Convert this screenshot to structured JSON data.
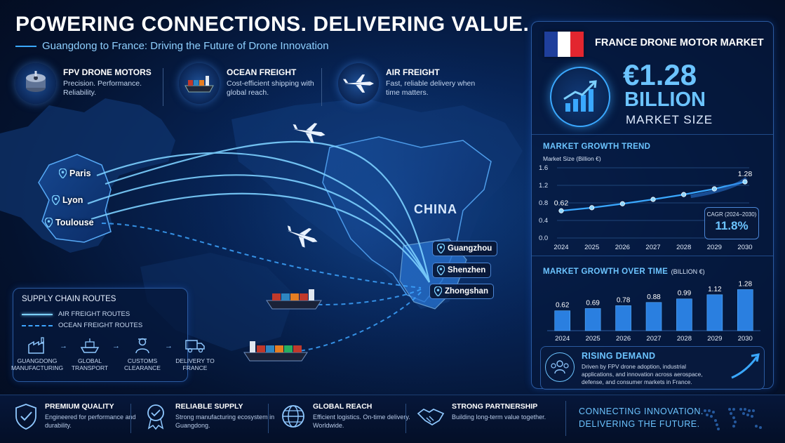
{
  "header": {
    "title": "POWERING CONNECTIONS. DELIVERING VALUE.",
    "subtitle": "Guangdong to France: Driving the Future of Drone Innovation"
  },
  "features": [
    {
      "icon": "drone-motor-icon",
      "title": "FPV DRONE MOTORS",
      "desc": "Precision. Performance. Reliability."
    },
    {
      "icon": "cargo-ship-icon",
      "title": "OCEAN FREIGHT",
      "desc": "Cost-efficient shipping with global reach."
    },
    {
      "icon": "airplane-icon",
      "title": "AIR FREIGHT",
      "desc": "Fast, reliable delivery when time matters."
    }
  ],
  "map": {
    "country_label": "CHINA",
    "france_cities": [
      "Paris",
      "Lyon",
      "Toulouse"
    ],
    "china_cities": [
      "Guangzhou",
      "Shenzhen",
      "Zhongshan"
    ]
  },
  "legend": {
    "title": "SUPPLY CHAIN ROUTES",
    "air": "AIR FREIGHT ROUTES",
    "ocean": "OCEAN FREIGHT ROUTES",
    "steps": [
      {
        "icon": "factory-icon",
        "label": "GUANGDONG MANUFACTURING"
      },
      {
        "icon": "ship-icon",
        "label": "GLOBAL TRANSPORT"
      },
      {
        "icon": "customs-officer-icon",
        "label": "CUSTOMS CLEARANCE"
      },
      {
        "icon": "truck-icon",
        "label": "DELIVERY TO FRANCE"
      }
    ]
  },
  "market": {
    "title": "FRANCE DRONE MOTOR MARKET",
    "value": "€1.28",
    "unit": "BILLION",
    "label": "MARKET SIZE",
    "trend_title": "MARKET GROWTH TREND",
    "cagr_label": "CAGR (2024–2030)",
    "cagr_value": "11.8%",
    "bar_title": "MARKET GROWTH OVER TIME",
    "bar_unit": "(BILLION €)",
    "demand_title": "RISING DEMAND",
    "demand_text": "Driven by FPV drone adoption, industrial applications, and innovation across aerospace, defense, and consumer markets in France."
  },
  "chart_data": [
    {
      "type": "line",
      "title": "MARKET GROWTH TREND",
      "ylabel": "Market Size (Billion €)",
      "x": [
        2024,
        2025,
        2026,
        2027,
        2028,
        2029,
        2030
      ],
      "values": [
        0.62,
        0.69,
        0.78,
        0.88,
        0.99,
        1.12,
        1.28
      ],
      "point_labels": [
        "0.62",
        "",
        "",
        "",
        "",
        "",
        "1.28"
      ],
      "yticks": [
        "0.0",
        "0.4",
        "0.8",
        "1.2",
        "1.6"
      ],
      "ylim": [
        0,
        1.6
      ]
    },
    {
      "type": "bar",
      "title": "MARKET GROWTH OVER TIME",
      "categories": [
        "2024",
        "2025",
        "2026",
        "2027",
        "2028",
        "2029",
        "2030"
      ],
      "values": [
        0.62,
        0.69,
        0.78,
        0.88,
        0.99,
        1.12,
        1.28
      ],
      "labels": [
        "0.62",
        "0.69",
        "0.78",
        "0.88",
        "0.99",
        "1.12",
        "1.28"
      ],
      "ylim": [
        0,
        1.4
      ]
    }
  ],
  "bottom": {
    "items": [
      {
        "icon": "shield-check-icon",
        "title": "PREMIUM QUALITY",
        "desc": "Engineered for performance and durability."
      },
      {
        "icon": "award-badge-icon",
        "title": "RELIABLE SUPPLY",
        "desc": "Strong manufacturing ecosystem in Guangdong."
      },
      {
        "icon": "globe-icon",
        "title": "GLOBAL REACH",
        "desc": "Efficient logistics. On-time delivery. Worldwide."
      },
      {
        "icon": "handshake-icon",
        "title": "STRONG PARTNERSHIP",
        "desc": "Building long-term value together."
      }
    ],
    "tagline_1": "CONNECTING INNOVATION.",
    "tagline_2": "DELIVERING THE FUTURE."
  },
  "colors": {
    "accent": "#3aa8ff",
    "background": "#04112a",
    "france_blue": "#1f3f9c",
    "france_red": "#e3262f"
  }
}
